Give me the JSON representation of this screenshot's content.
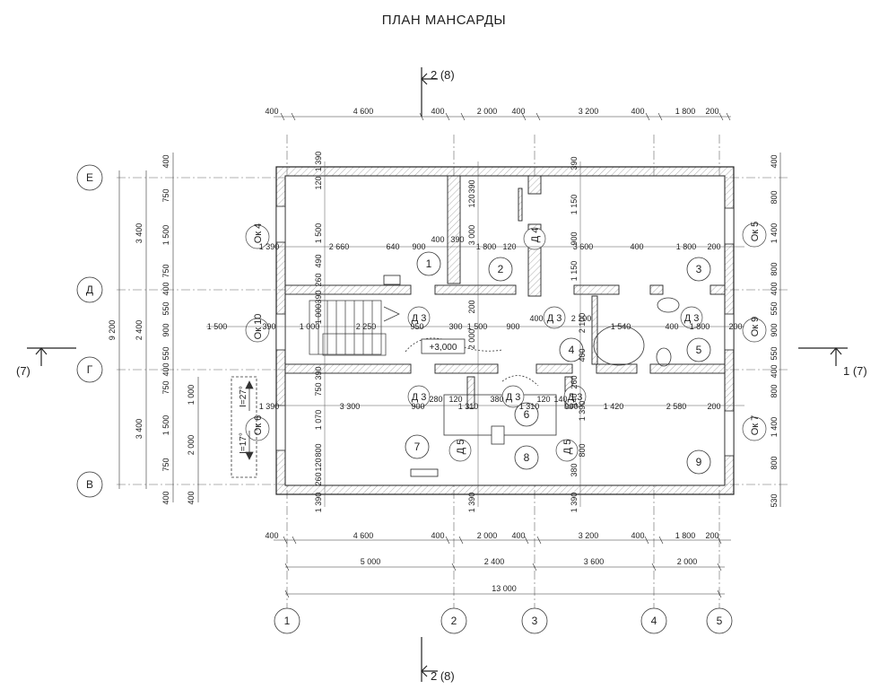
{
  "title": "ПЛАН МАНСАРДЫ",
  "section_marks": {
    "top": "2 (8)",
    "bottom": "2 (8)",
    "left": "(7)",
    "right": "1 (7)"
  },
  "axes_vertical": [
    "1",
    "2",
    "3",
    "4",
    "5"
  ],
  "axes_horizontal": [
    "Е",
    "Д",
    "Г",
    "В"
  ],
  "dims_top": [
    "400",
    "4 600",
    "400",
    "2 000",
    "400",
    "3 200",
    "400",
    "1 800",
    "200"
  ],
  "dims_bottom_row1": [
    "400",
    "4 600",
    "400",
    "2 000",
    "400",
    "3 200",
    "400",
    "1 800",
    "200"
  ],
  "dims_bottom_row2": [
    "5 000",
    "2 400",
    "3 600",
    "2 000"
  ],
  "dims_bottom_total": "13 000",
  "dims_left_outer": [
    "400",
    "750",
    "1 500",
    "750",
    "400",
    "550",
    "900",
    "550",
    "400",
    "750",
    "1 500",
    "750",
    "400"
  ],
  "dims_left_mid": [
    "3 400",
    "2 400",
    "3 400"
  ],
  "dims_left_total": "9 200",
  "dims_left_stair": [
    "1 000",
    "2 000",
    "400"
  ],
  "dims_right_outer": [
    "400",
    "800",
    "1 400",
    "800",
    "400",
    "550",
    "900",
    "550",
    "400",
    "800",
    "1 400",
    "800",
    "530"
  ],
  "rooms": [
    "1",
    "2",
    "3",
    "4",
    "5",
    "6",
    "7",
    "8",
    "9"
  ],
  "level_mark": "+3,000",
  "slope_marks": [
    "I=27°",
    "I=17°"
  ],
  "doors": [
    "Д 3",
    "Д 3",
    "Д 3",
    "Д 4",
    "Д 3",
    "Д 3",
    "Д 3",
    "Д 5",
    "Д 5"
  ],
  "windows": [
    "Ок 4",
    "Ок 10",
    "Ок 6",
    "Ок 5",
    "Ок 9",
    "Ок 7"
  ],
  "inner_dims": {
    "row_d_top": [
      "1 390",
      "2 660",
      "640",
      "900",
      "400",
      "390",
      "1 800",
      "120",
      "3 600",
      "400",
      "1 800",
      "200"
    ],
    "row_g": [
      "1 500",
      "390",
      "1 000",
      "2 250",
      "950",
      "300",
      "1 500",
      "900",
      "400",
      "2 100",
      "1 540",
      "400",
      "1 800",
      "200"
    ],
    "row_v_top": [
      "1 390",
      "3 300",
      "900",
      "280",
      "120",
      "1 310",
      "380",
      "1 310",
      "120",
      "140",
      "900",
      "1 420",
      "2 580",
      "200"
    ],
    "vertical_a": [
      "1 390",
      "120",
      "1 500",
      "490",
      "260",
      "390",
      "1 000",
      "390",
      "750",
      "1 070",
      "800",
      "120",
      "260",
      "1 390"
    ],
    "vertical_b": [
      "390",
      "120",
      "3 000",
      "200",
      "2 000",
      "1 390"
    ],
    "vertical_c": [
      "390",
      "1 150",
      "900",
      "1 150",
      "2 100",
      "400",
      "260",
      "140",
      "1 390",
      "800",
      "380",
      "1 390"
    ]
  }
}
